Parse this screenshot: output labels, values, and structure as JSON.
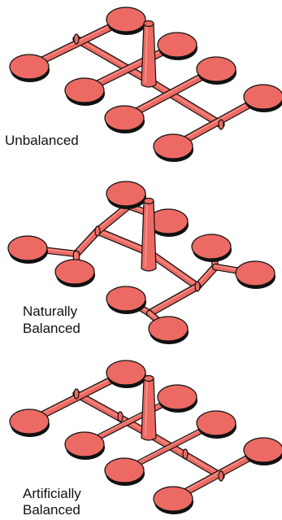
{
  "colors": {
    "fill": "#ec6a63",
    "edge": "#111111",
    "highlight": "#f59a90",
    "background": "#ffffff"
  },
  "panels": [
    {
      "key": "unbalanced",
      "label_lines": [
        "Unbalanced"
      ]
    },
    {
      "key": "naturally",
      "label_lines": [
        "Naturally",
        "Balanced"
      ]
    },
    {
      "key": "artificially",
      "label_lines": [
        "Artificially",
        "Balanced"
      ]
    }
  ]
}
